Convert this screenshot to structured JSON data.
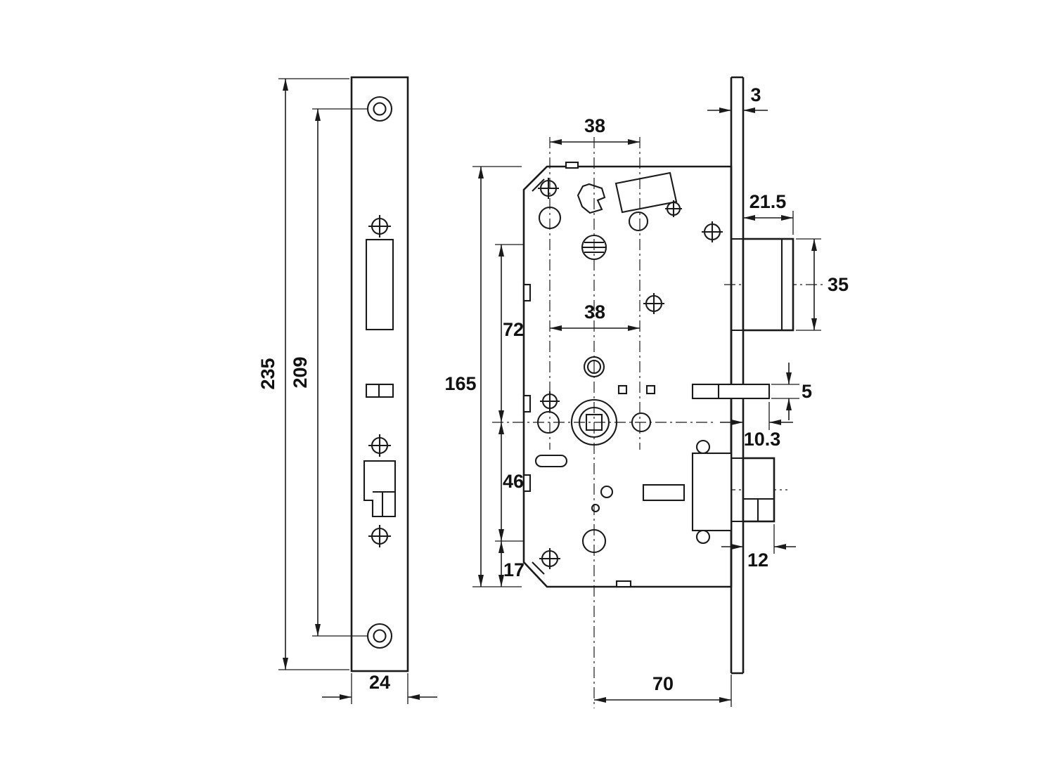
{
  "drawing": {
    "kind": "technical-drawing",
    "subject": "mortise lock dimensions",
    "background_color": "#ffffff",
    "line_color": "#1a1a1a"
  },
  "front_view": {
    "dim_plate_height": "235",
    "dim_screw_spacing": "209",
    "dim_plate_width": "24"
  },
  "side_view": {
    "dim_top_hub_spacing": "38",
    "dim_body_height": "165",
    "dim_top_to_hub": "72",
    "dim_hub_spacing": "38",
    "dim_hub_to_deadbolt": "46",
    "dim_deadbolt_to_bottom": "17",
    "dim_backset": "70",
    "dim_faceplate_thickness": "3",
    "dim_latch_protrusion": "21.5",
    "dim_latch_height": "35",
    "dim_aux_bolt_height": "5",
    "dim_aux_bolt_protrusion": "10.3",
    "dim_deadbolt_throw": "12"
  }
}
